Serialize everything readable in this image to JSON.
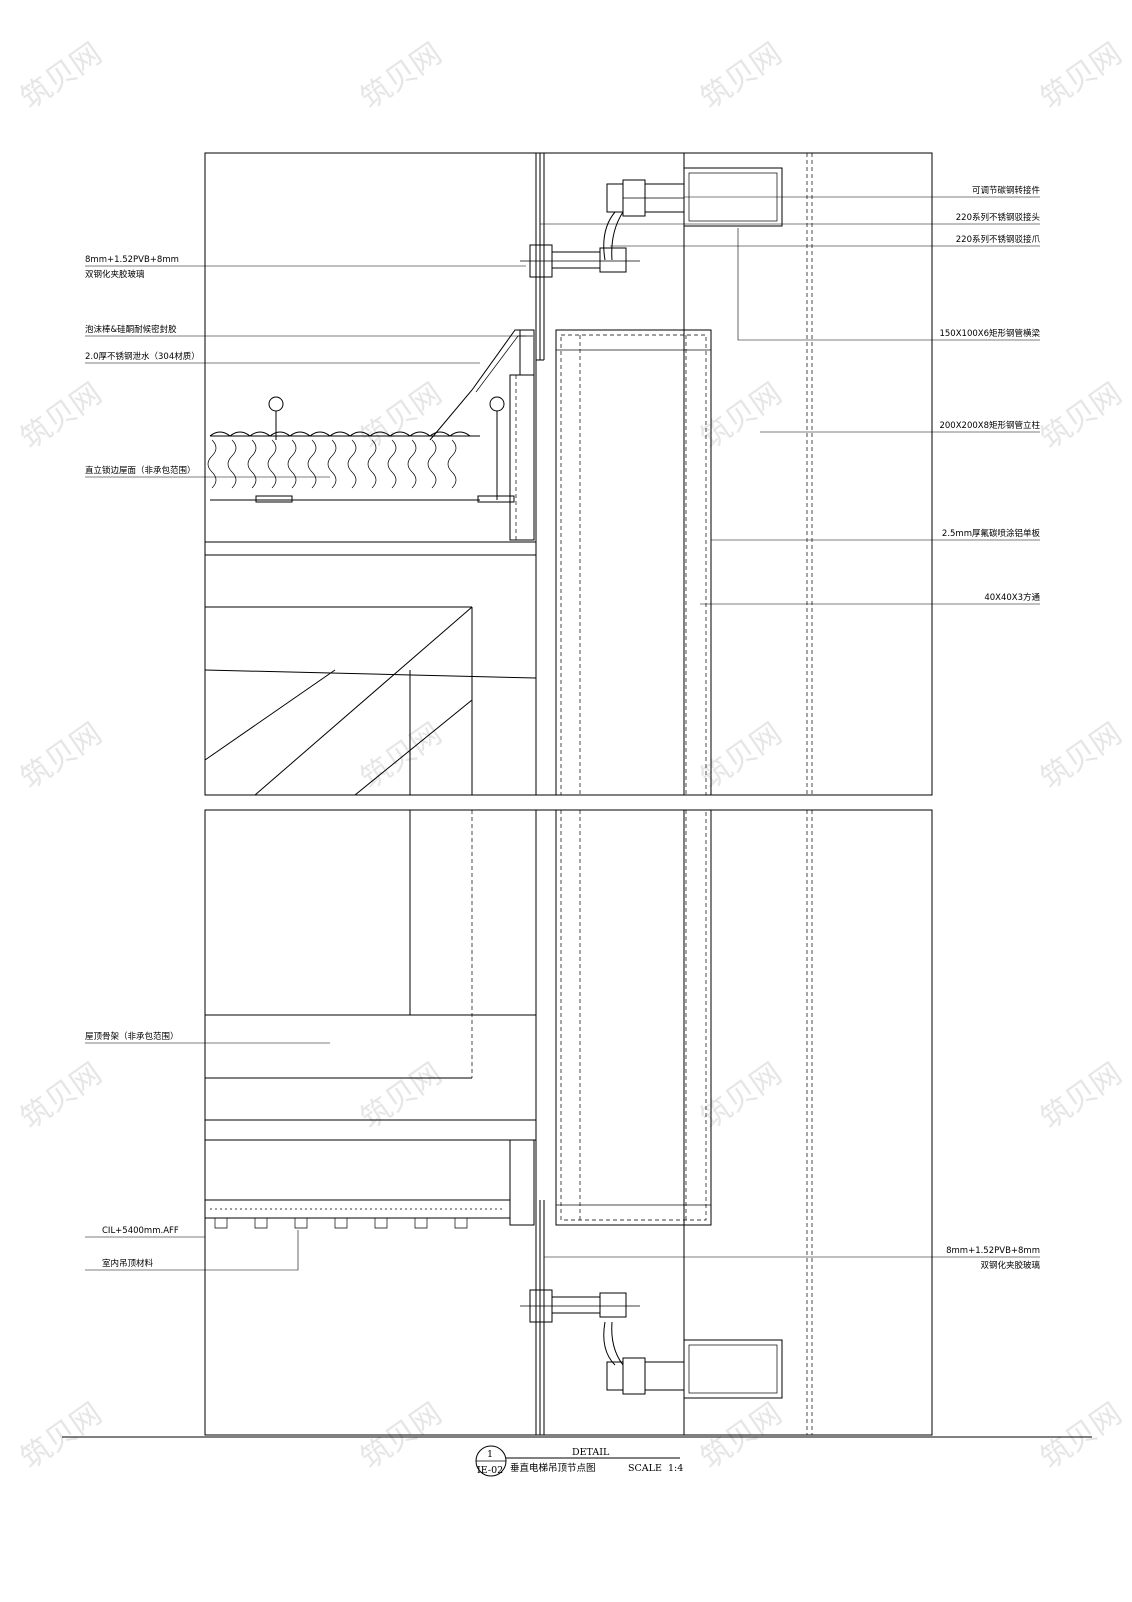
{
  "drawing": {
    "watermark": "筑贝网",
    "labels_left": {
      "glass_top_1": "8mm+1.52PVB+8mm",
      "glass_top_2": "双钢化夹胶玻璃",
      "seal": "泡沫棒&硅酮耐候密封胶",
      "flashing": "2.0厚不锈钢泄水（304材质）",
      "roof": "直立锁边屋面（非承包范围）",
      "roof_frame": "屋顶骨架（非承包范围）",
      "cil": "CIL+5400mm.AFF",
      "ceiling": "室内吊顶材料"
    },
    "labels_right": {
      "adjust": "可调节碳钢转接件",
      "joint_head": "220系列不锈钢驳接头",
      "joint_claw": "220系列不锈钢驳接爪",
      "beam": "150X100X6矩形钢管横梁",
      "column": "200X200X8矩形钢管立柱",
      "panel": "2.5mm厚氟碳喷涂铝单板",
      "tube": "40X40X3方通",
      "glass_bot_1": "8mm+1.52PVB+8mm",
      "glass_bot_2": "双钢化夹胶玻璃"
    },
    "title_block": {
      "number": "1",
      "sheet": "IE-02",
      "detail": "DETAIL",
      "name": "垂直电梯吊顶节点图",
      "scale_label": "SCALE",
      "scale_value": "1:4"
    }
  }
}
